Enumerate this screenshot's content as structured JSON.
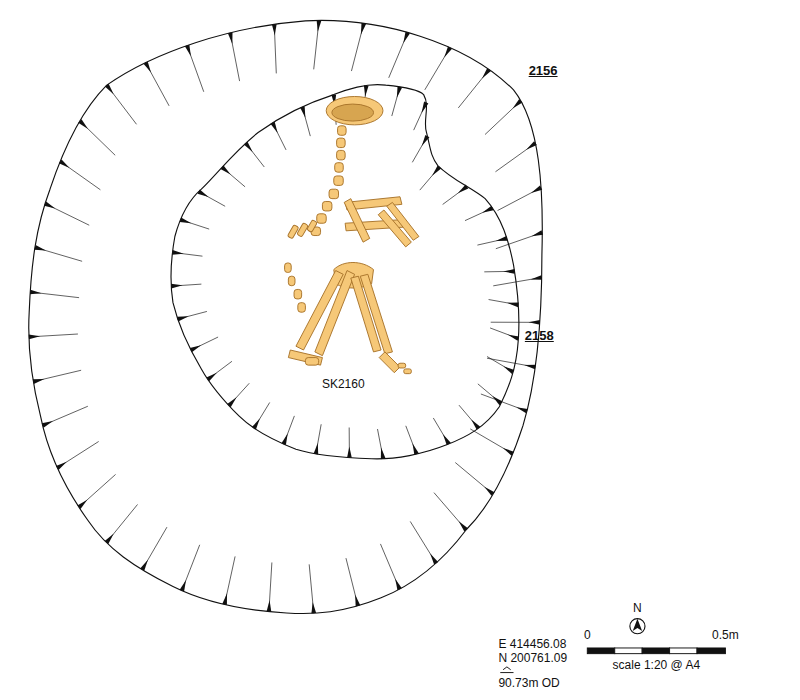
{
  "diagram": {
    "labels": [
      "2156",
      "2158",
      "SK2160",
      "N",
      "0",
      "0.5m",
      "scale 1:20 @ A4",
      "E 414456.08",
      "N 200761.09",
      "90.73m OD"
    ]
  }
}
